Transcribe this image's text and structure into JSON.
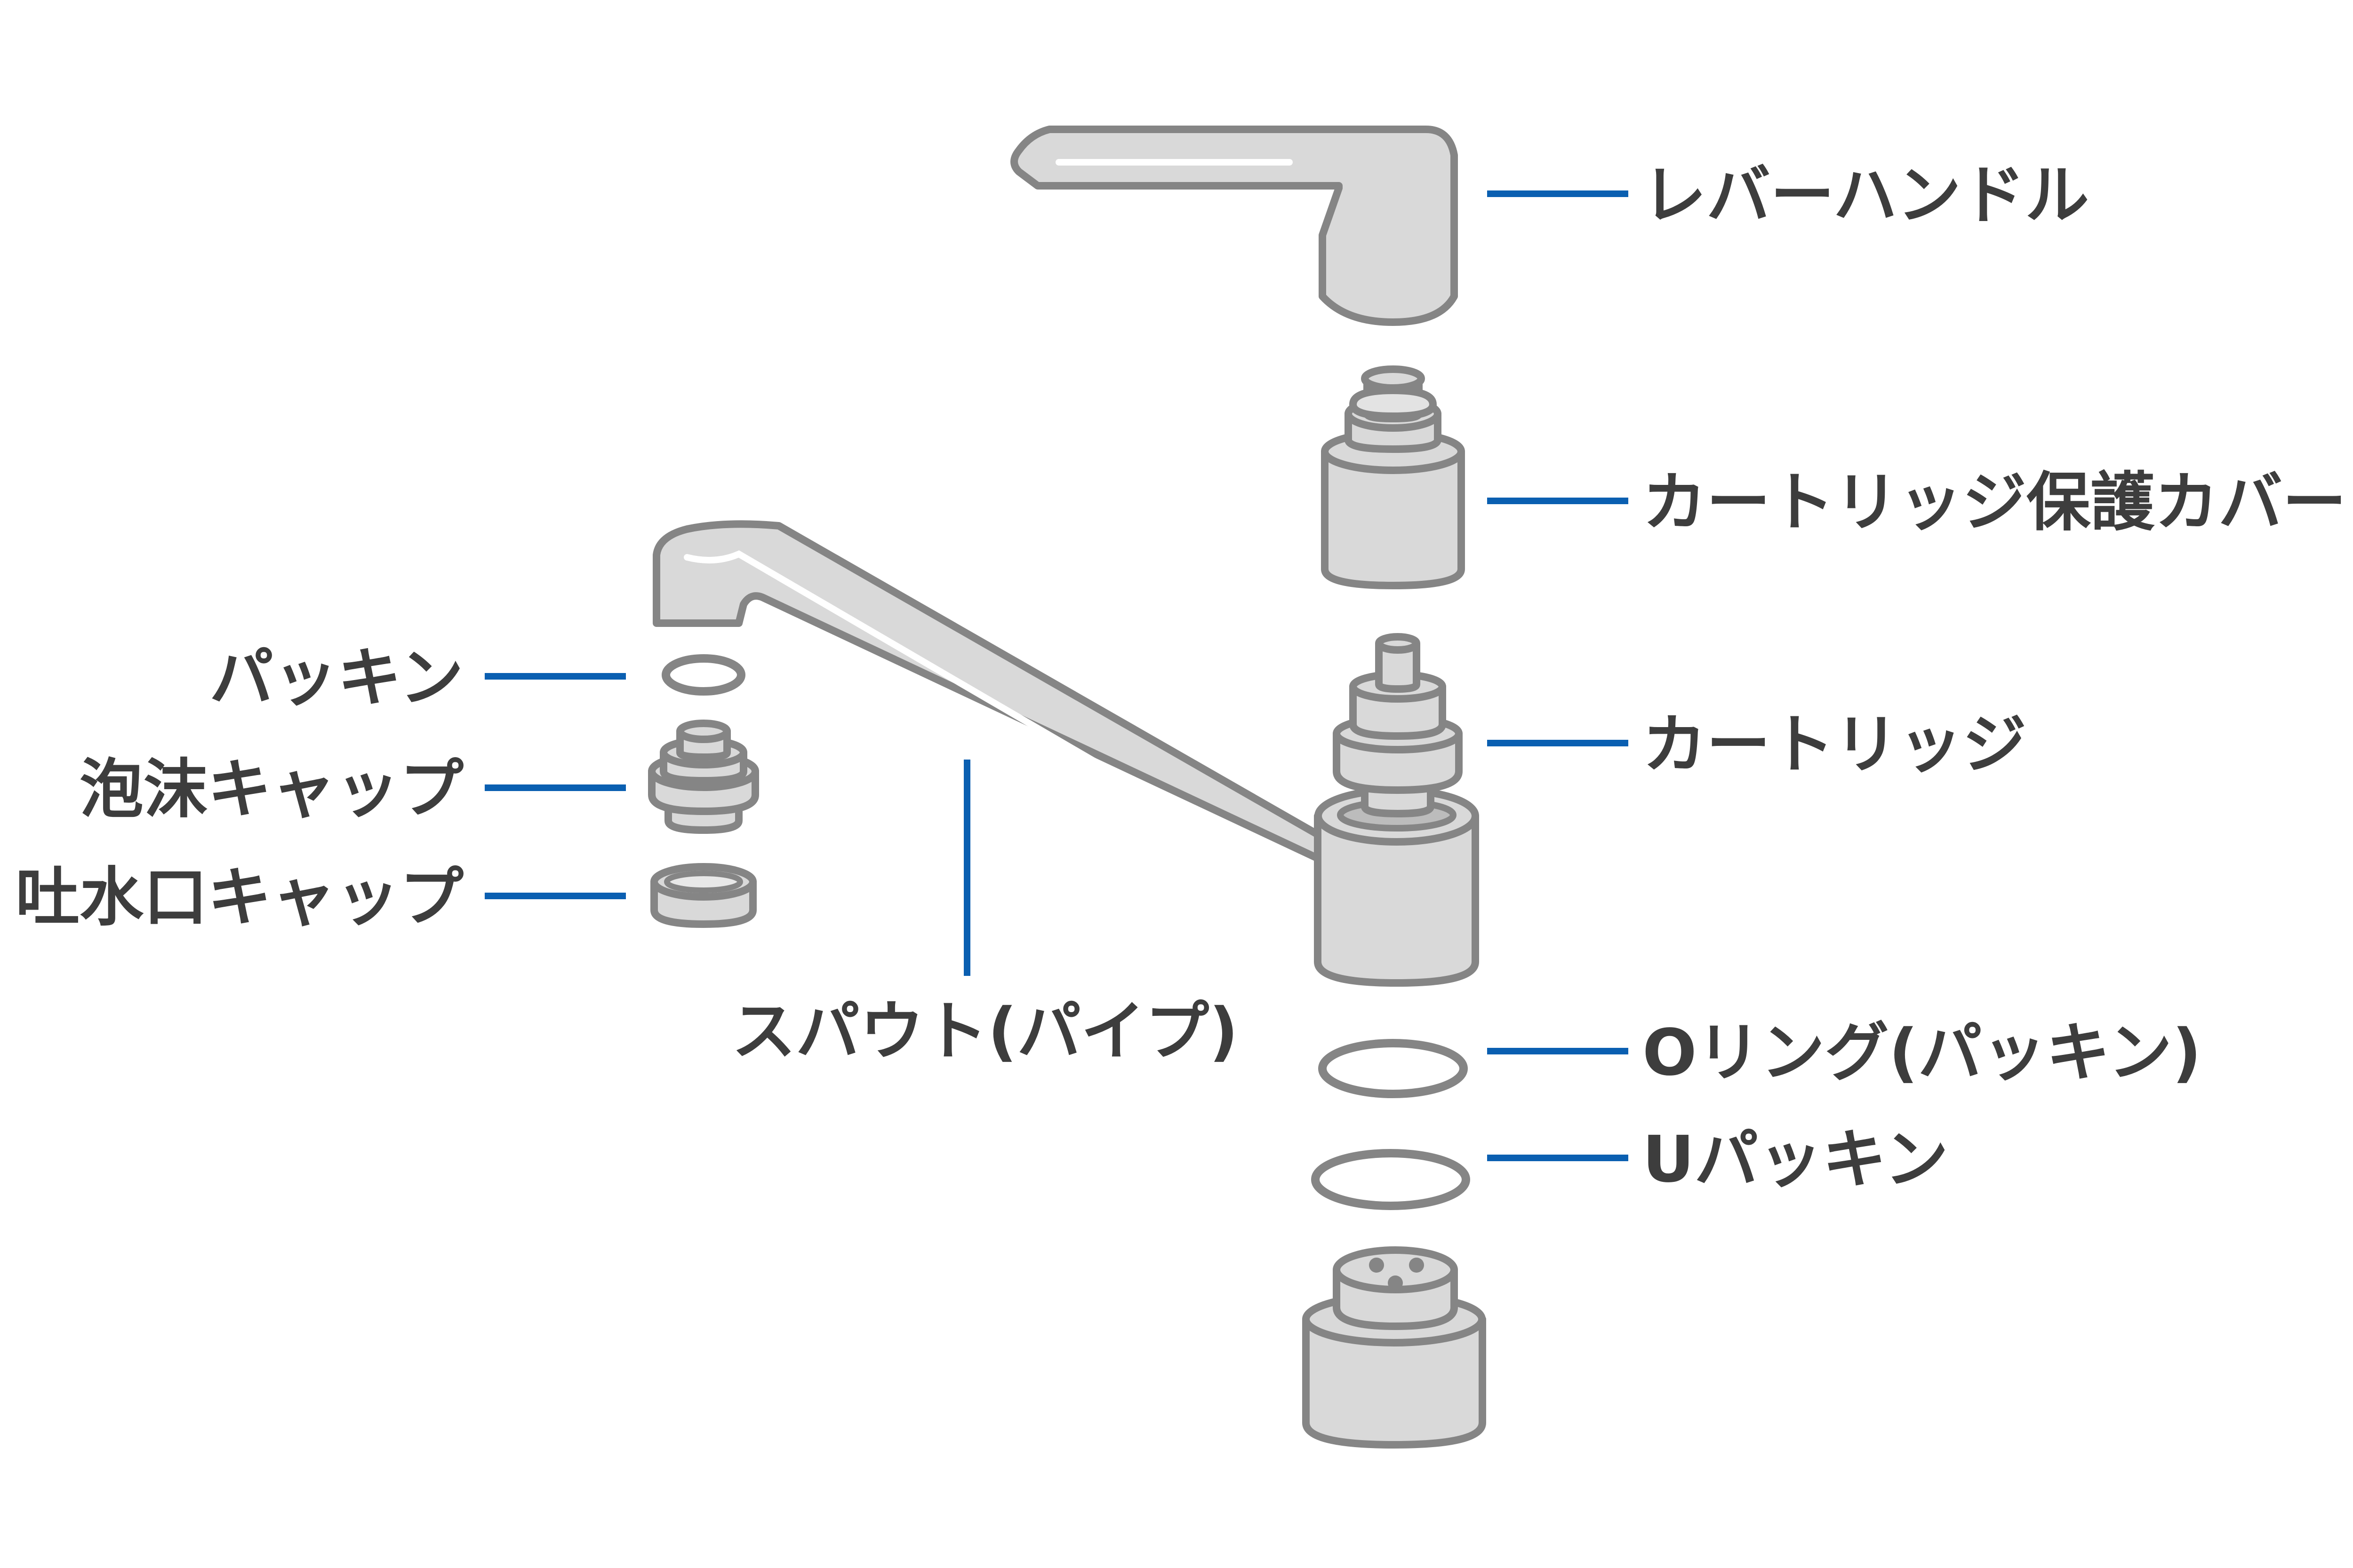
{
  "colors": {
    "leader": "#0a5fb1",
    "part_fill": "#d9d9d9",
    "part_stroke": "#858585",
    "label_text": "#3d3d3d",
    "background": "#ffffff"
  },
  "labels": {
    "lever_handle": "レバーハンドル",
    "cartridge_cover": "カートリッジ保護カバー",
    "cartridge": "カートリッジ",
    "spout": "スパウト(パイプ)",
    "o_ring": "Oリング(パッキン)",
    "u_packing": "Uパッキン",
    "packing": "パッキン",
    "foam_cap": "泡沫キャップ",
    "outlet_cap": "吐水口キャップ"
  }
}
